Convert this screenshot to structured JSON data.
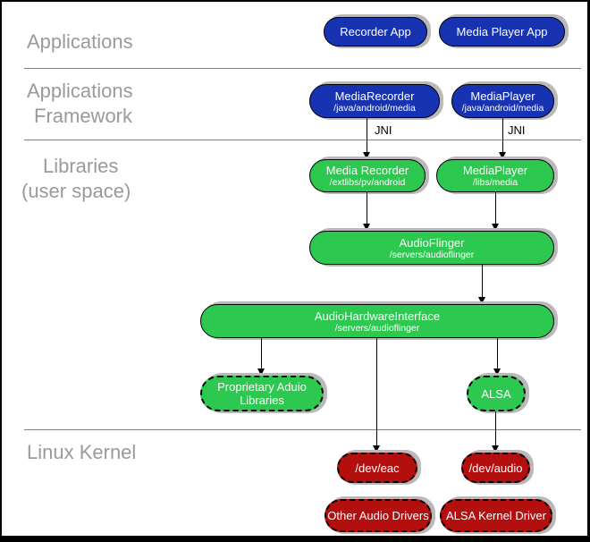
{
  "colors": {
    "app_blue": "#1733b1",
    "lib_green": "#2dc84f",
    "kernel_red": "#b40f0f",
    "shadow": "#b9b9b9",
    "label_gray": "#9a9a9a",
    "divider_gray": "#808080"
  },
  "sections": {
    "applications": "Applications",
    "framework_line1": "Applications",
    "framework_line2": "Framework",
    "libraries_line1": "Libraries",
    "libraries_line2": "(user space)",
    "linux_kernel": "Linux Kernel"
  },
  "labels": {
    "jni": "JNI"
  },
  "nodes": {
    "recorder_app": {
      "title": "Recorder App"
    },
    "media_player_app": {
      "title": "Media Player App"
    },
    "media_recorder_fw": {
      "title": "MediaRecorder",
      "subtitle": "/java/android/media"
    },
    "media_player_fw": {
      "title": "MediaPlayer",
      "subtitle": "/java/android/media"
    },
    "media_recorder_lib": {
      "title": "Media Recorder",
      "subtitle": "/extlibs/pv/android"
    },
    "media_player_lib": {
      "title": "MediaPlayer",
      "subtitle": "/libs/media"
    },
    "audio_flinger": {
      "title": "AudioFlinger",
      "subtitle": "/servers/audioflinger"
    },
    "audio_hardware_interface": {
      "title": "AudioHardwareInterface",
      "subtitle": "/servers/audioflinger"
    },
    "proprietary_audio_libraries": {
      "title": "Proprietary Aduio Libraries"
    },
    "alsa": {
      "title": "ALSA"
    },
    "dev_eac": {
      "title": "/dev/eac"
    },
    "dev_audio": {
      "title": "/dev/audio"
    },
    "other_audio_drivers": {
      "title": "Other Audio Drivers"
    },
    "alsa_kernel_driver": {
      "title": "ALSA Kernel Driver"
    }
  }
}
